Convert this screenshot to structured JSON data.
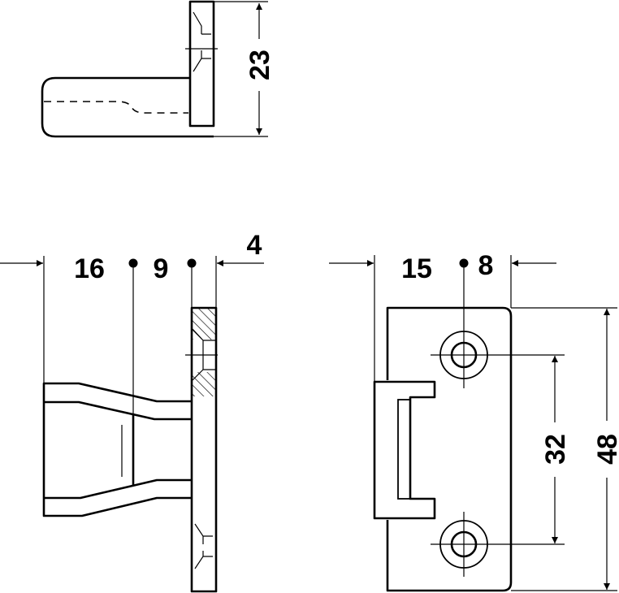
{
  "views": {
    "top_view": {
      "dimension_height": "23"
    },
    "side_view": {
      "dimension_length": "16",
      "dimension_center": "9",
      "dimension_thickness": "4"
    },
    "front_view": {
      "dimension_offset": "15",
      "dimension_edge": "8",
      "dimension_hole_spacing": "32",
      "dimension_total_height": "48"
    }
  }
}
